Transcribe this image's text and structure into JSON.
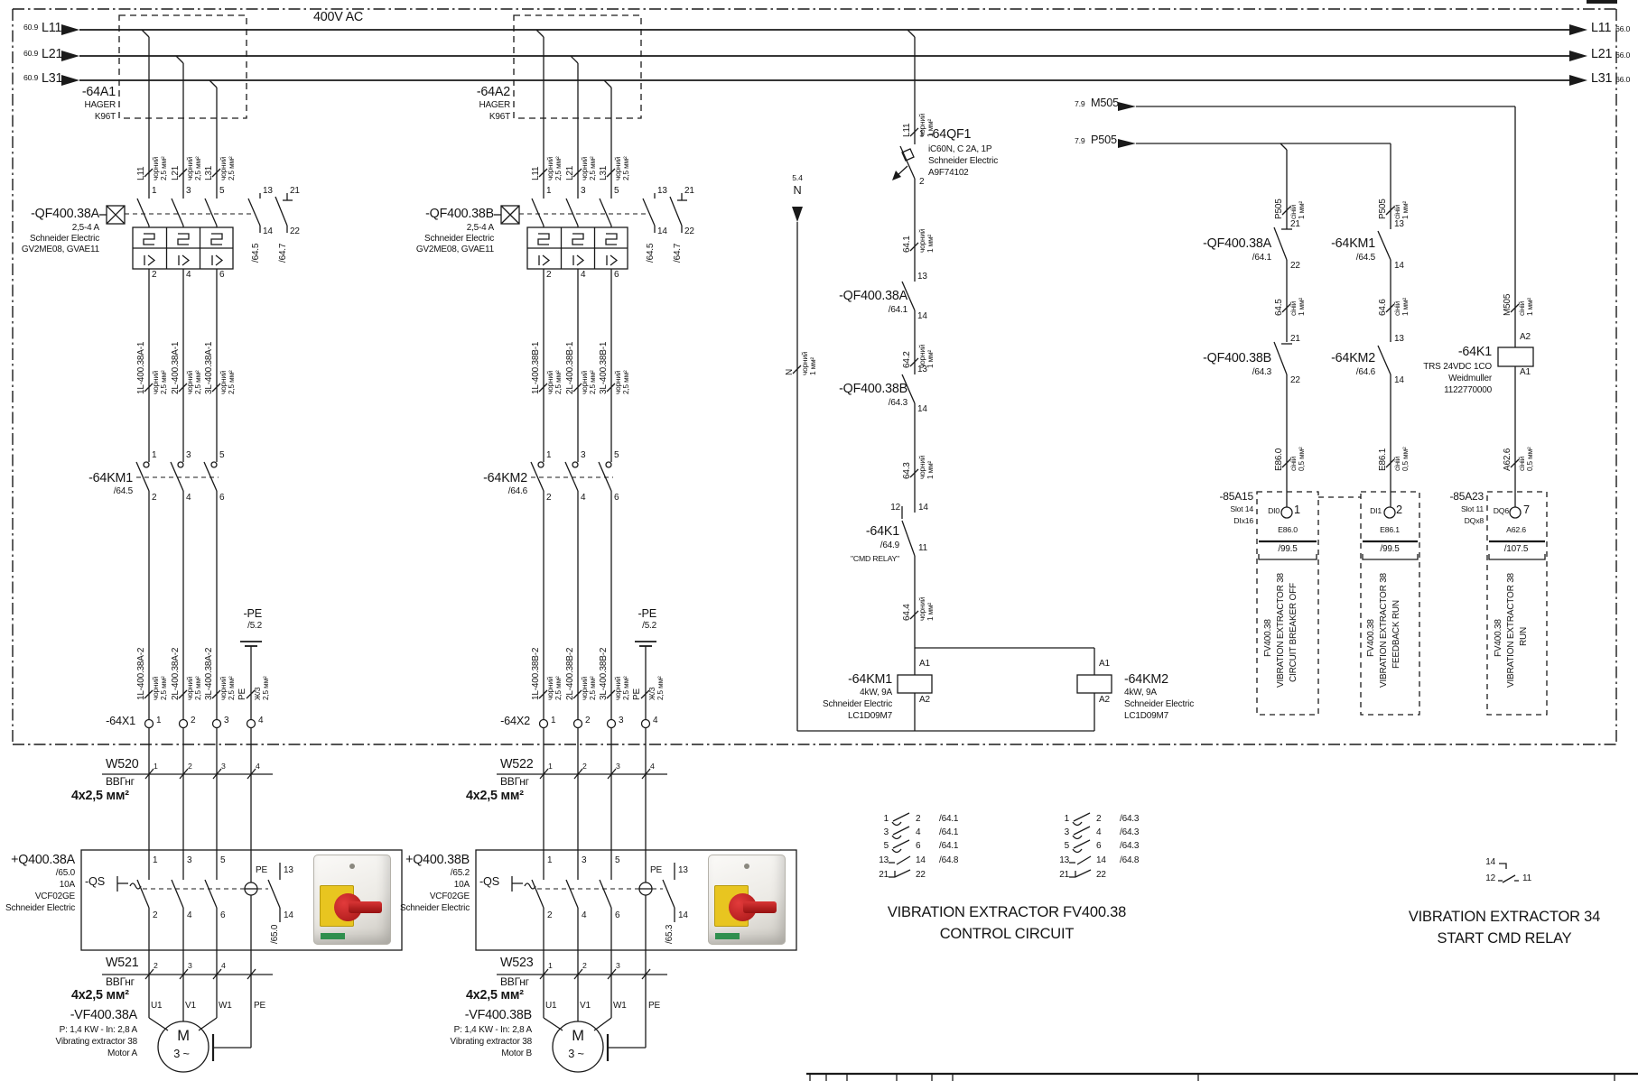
{
  "w": {
    "blk": "чорний",
    "blu": "сіній",
    "ye": "Ж/З",
    "s25": "2,5 мм²",
    "s1": "1 мм²",
    "s05": "0,5 мм²"
  },
  "pin": {
    "n1": "1",
    "n2": "2",
    "n3": "3",
    "n4": "4",
    "n5": "5",
    "n6": "6",
    "n7": "7",
    "n11": "11",
    "n12": "12",
    "n13": "13",
    "n14": "14",
    "n21": "21",
    "n22": "22",
    "a1": "A1",
    "a2": "A2"
  },
  "rails": {
    "vac": "400V AC",
    "l": [
      {
        "r": "60.9",
        "t": "L11"
      },
      {
        "r": "60.9",
        "t": "L21"
      },
      {
        "r": "60.9",
        "t": "L31"
      }
    ],
    "rt": [
      {
        "t": "L11",
        "r": "66.0"
      },
      {
        "t": "L21",
        "r": "66.0"
      },
      {
        "t": "L31",
        "r": "66.0"
      }
    ],
    "m505": {
      "r": "7.9",
      "t": "M505"
    },
    "p505": {
      "r": "7.9",
      "t": "P505"
    },
    "n": {
      "r": "5.4",
      "t": "N"
    }
  },
  "fa": {
    "asm": {
      "tag": "-64A1",
      "m": "HAGER",
      "t": "K96T"
    },
    "qf": {
      "tag": "-QF400.38A",
      "rng": "2,5-4 A",
      "mfr": "Schneider Electric",
      "typ": "GV2ME08, GVAE11",
      "r1": "/64.5",
      "r2": "/64.7"
    },
    "wt": [
      "L11",
      "L21",
      "L31"
    ],
    "wm": [
      "1L-400.38A-1",
      "2L-400.38A-1",
      "3L-400.38A-1"
    ],
    "wb": [
      "1L-400.38A-2",
      "2L-400.38A-2",
      "3L-400.38A-2"
    ],
    "km": {
      "tag": "-64KM1",
      "ref": "/64.5"
    },
    "pe": {
      "tag": "-PE",
      "ref": "/5.2",
      "w": "PE"
    },
    "x": {
      "tag": "-64X1"
    },
    "w1": {
      "tag": "W520",
      "t": "ВВГнг",
      "s": "4x2,5 мм²"
    },
    "w2": {
      "tag": "W521",
      "t": "ВВГнг",
      "s": "4x2,5 мм²"
    },
    "q": {
      "tag": "+Q400.38A",
      "ref": "/65.0",
      "a": "10A",
      "typ": "VCF02GE",
      "mfr": "Schneider Electric",
      "qs": "-QS",
      "pe": "PE",
      "aref": "/65.0"
    },
    "mot": {
      "tag": "-VF400.38A",
      "pw": "P: 1,4 KW - In: 2,8 A",
      "ds": "Vibrating extractor 38",
      "nm": "Motor A",
      "m": "M",
      "ph": "3 ~",
      "u": "U1",
      "v": "V1",
      "wt": "W1",
      "pe": "PE"
    }
  },
  "fb": {
    "asm": {
      "tag": "-64A2",
      "m": "HAGER",
      "t": "K96T"
    },
    "qf": {
      "tag": "-QF400.38B",
      "rng": "2,5-4 A",
      "mfr": "Schneider Electric",
      "typ": "GV2ME08, GVAE11",
      "r1": "/64.5",
      "r2": "/64.7"
    },
    "wt": [
      "L11",
      "L21",
      "L31"
    ],
    "wm": [
      "1L-400.38B-1",
      "2L-400.38B-1",
      "3L-400.38B-1"
    ],
    "wb": [
      "1L-400.38B-2",
      "2L-400.38B-2",
      "3L-400.38B-2"
    ],
    "km": {
      "tag": "-64KM2",
      "ref": "/64.6"
    },
    "pe": {
      "tag": "-PE",
      "ref": "/5.2",
      "w": "PE"
    },
    "x": {
      "tag": "-64X2"
    },
    "w1": {
      "tag": "W522",
      "t": "ВВГнг",
      "s": "4x2,5 мм²"
    },
    "w2": {
      "tag": "W523",
      "t": "ВВГнг",
      "s": "4x2,5 мм²"
    },
    "q": {
      "tag": "+Q400.38B",
      "ref": "/65.2",
      "a": "10A",
      "typ": "VCF02GE",
      "mfr": "Schneider Electric",
      "qs": "-QS",
      "pe": "PE",
      "aref": "/65.3"
    },
    "mot": {
      "tag": "-VF400.38B",
      "pw": "P: 1,4 KW - In: 2,8 A",
      "ds": "Vibrating extractor 38",
      "nm": "Motor B",
      "m": "M",
      "ph": "3 ~",
      "u": "U1",
      "v": "V1",
      "wt": "W1",
      "pe": "PE"
    }
  },
  "ctl": {
    "qf1": {
      "tag": "-64QF1",
      "d1": "iC60N, C 2A, 1P",
      "d2": "Schneider Electric",
      "d3": "A9F74102"
    },
    "wl": {
      "l11": "L11",
      "a": "64.1",
      "b": "64.2",
      "c": "64.3",
      "d": "64.4",
      "n": "N"
    },
    "c1": {
      "tag": "-QF400.38A",
      "ref": "/64.1"
    },
    "c2": {
      "tag": "-QF400.38B",
      "ref": "/64.3"
    },
    "k1": {
      "tag": "-64K1",
      "ref": "/64.9",
      "nm": "\"CMD RELAY\""
    },
    "km1": {
      "tag": "-64KM1",
      "d1": "4kW, 9A",
      "d2": "Schneider Electric",
      "d3": "LC1D09M7"
    },
    "km2": {
      "tag": "-64KM2",
      "d1": "4kW, 9A",
      "d2": "Schneider Electric",
      "d3": "LC1D09M7"
    }
  },
  "io": {
    "wl": {
      "p505": "P505",
      "m505": "M505",
      "a": "64.5",
      "b": "64.6",
      "e0": "E86.0",
      "e1": "E86.1",
      "a626": "A62.6"
    },
    "c1": {
      "tag": "-QF400.38A",
      "ref": "/64.1"
    },
    "c2": {
      "tag": "-QF400.38B",
      "ref": "/64.3"
    },
    "c3": {
      "tag": "-64KM1",
      "ref": "/64.5"
    },
    "c4": {
      "tag": "-64KM2",
      "ref": "/64.6"
    },
    "k1": {
      "tag": "-64K1",
      "d1": "TRS 24VDC 1CO",
      "d2": "Weidmuller",
      "d3": "1122770000"
    },
    "a15": {
      "tag": "-85A15",
      "slot": "Slot 14",
      "typ": "DIx16"
    },
    "a23": {
      "tag": "-85A23",
      "slot": "Slot 11",
      "typ": "DQx8"
    },
    "m1": {
      "ch": "DI0",
      "n": "1",
      "ad": "E86.0",
      "ref": "/99.5",
      "f": "FV400.38",
      "d1": "VIBRATION EXTRACTOR 38",
      "d2": "CIRCUIT BREAKER OFF"
    },
    "m2": {
      "ch": "DI1",
      "n": "2",
      "ad": "E86.1",
      "ref": "/99.5",
      "f": "FV400.38",
      "d1": "VIBRATION EXTRACTOR 38",
      "d2": "FEEDBACK RUN"
    },
    "m3": {
      "ch": "DQ6",
      "n": "7",
      "ad": "A62.6",
      "ref": "/107.5",
      "f": "FV400.38",
      "d1": "VIBRATION EXTRACTOR 38",
      "d2": "RUN"
    }
  },
  "xr": {
    "t1": [
      [
        "1",
        "2",
        "/64.1"
      ],
      [
        "3",
        "4",
        "/64.1"
      ],
      [
        "5",
        "6",
        "/64.1"
      ],
      [
        "13",
        "14",
        "/64.8"
      ],
      [
        "21",
        "22",
        ""
      ]
    ],
    "t2": [
      [
        "1",
        "2",
        "/64.3"
      ],
      [
        "3",
        "4",
        "/64.3"
      ],
      [
        "5",
        "6",
        "/64.3"
      ],
      [
        "13",
        "14",
        "/64.8"
      ],
      [
        "21",
        "22",
        ""
      ]
    ],
    "k": {
      "a": "14",
      "b": "12",
      "c": "11"
    }
  },
  "ti": {
    "a1": "VIBRATION EXTRACTOR FV400.38",
    "a2": "CONTROL CIRCUIT",
    "b1": "VIBRATION EXTRACTOR 34",
    "b2": "START CMD RELAY"
  }
}
